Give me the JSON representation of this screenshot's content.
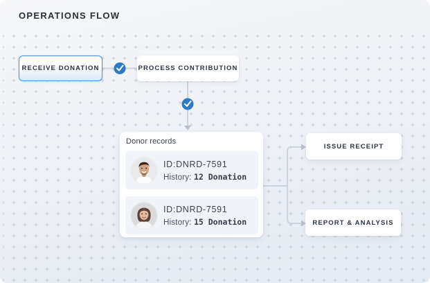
{
  "title": "OPERATIONS FLOW",
  "nodes": {
    "receive": {
      "label": "RECEIVE DONATION"
    },
    "process": {
      "label": "PROCESS CONTRIBUTION"
    },
    "issue": {
      "label": "ISSUE RECEIPT"
    },
    "report": {
      "label": "REPORT & ANALYSIS"
    }
  },
  "donor_panel": {
    "title": "Donor records",
    "records": [
      {
        "id": "ID:DNRD-7591",
        "history_label": "History:",
        "history_value": "12 Donation",
        "avatar": "male-donor-avatar"
      },
      {
        "id": "ID:DNRD-7591",
        "history_label": "History:",
        "history_value": "15 Donation",
        "avatar": "female-donor-avatar"
      }
    ]
  },
  "icons": {
    "check": "check-icon",
    "arrow": "arrow-icon"
  },
  "colors": {
    "accent_blue": "#2e7bc5",
    "node_border_blue": "#4a90d8",
    "connector_gray": "#cbd3dc",
    "background_top": "#f6f7f9",
    "background_bottom": "#e4eaf2",
    "card_bg": "#f0f3f7",
    "dot_gray": "#c3cbd7"
  }
}
